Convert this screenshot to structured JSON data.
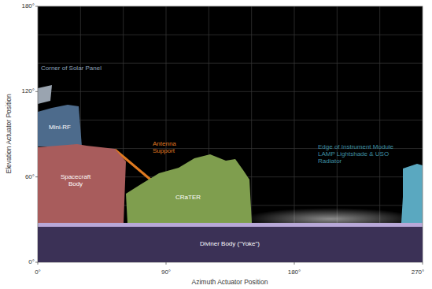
{
  "diagram": {
    "nodes": [
      {
        "text": [
          "Mini-RF"
        ]
      },
      {
        "text": [
          "Spacecraft Body"
        ]
      },
      {
        "text": [
          "CRaTER"
        ]
      },
      {
        "text": [
          "Diviner Body (\"Yoke\")"
        ]
      }
    ],
    "labels": [
      "Corner of Solar Panel",
      "Antenna Support",
      "Edge of Instrument Module LAMP Lightshade & USO Radiator",
      "180°",
      "120°",
      "60°",
      "0°",
      "0°",
      "90°",
      "180°",
      "270°",
      "Elevation Actuator Position",
      "Azimuth Actuator Position"
    ]
  }
}
